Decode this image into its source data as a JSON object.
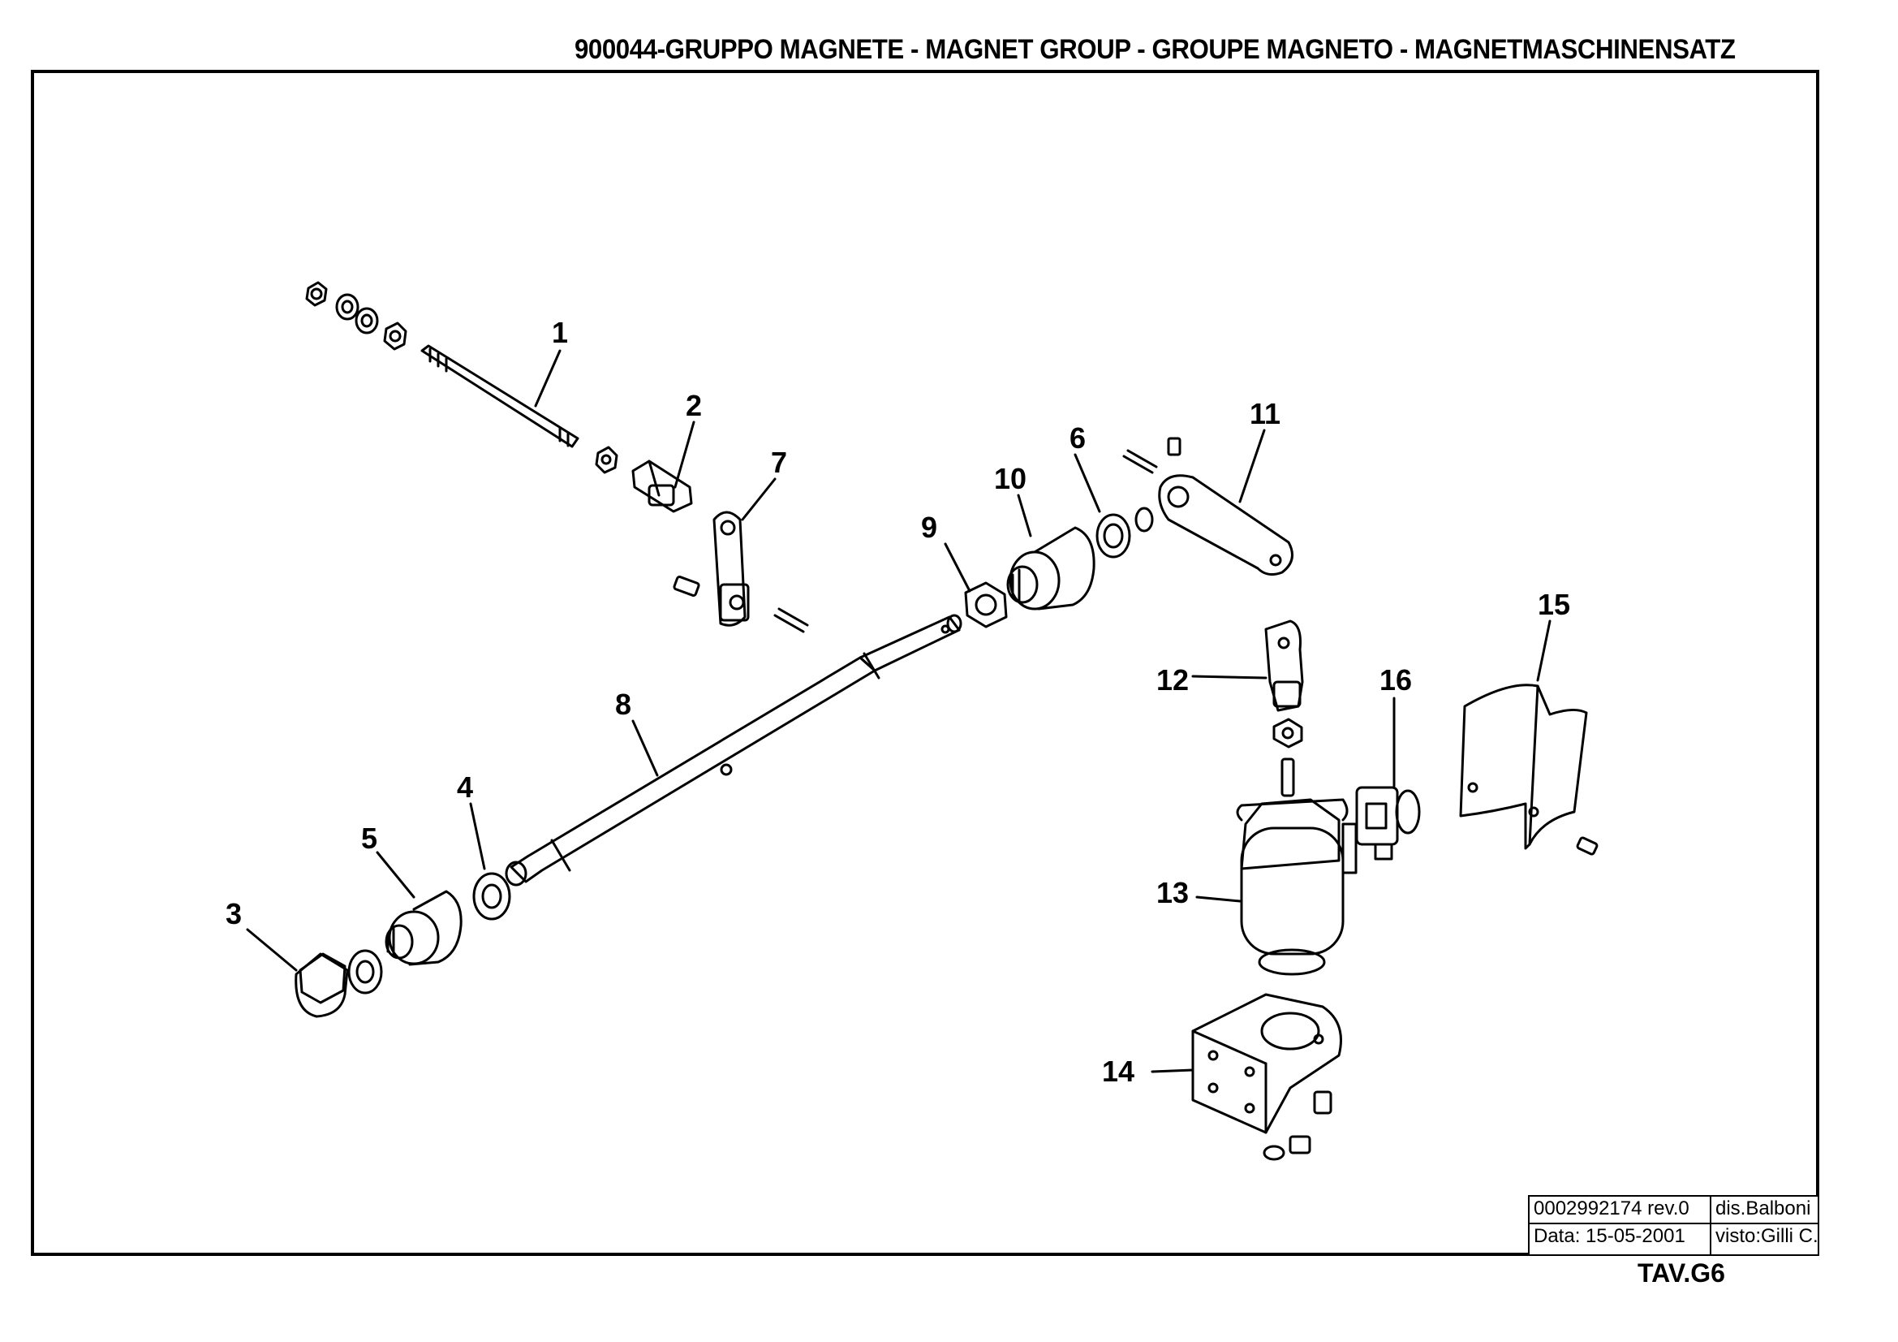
{
  "title": "900044-GRUPPO MAGNETE - MAGNET GROUP - GROUPE MAGNETO - MAGNETMASCHINENSATZ",
  "callouts": [
    "1",
    "2",
    "3",
    "4",
    "5",
    "6",
    "7",
    "8",
    "9",
    "10",
    "11",
    "12",
    "13",
    "14",
    "15",
    "16"
  ],
  "title_block": {
    "drawing_number": "0002992174 rev.0",
    "drawn_by": "dis.Balboni",
    "date": "Data: 15-05-2001",
    "checked_by": "visto:Gilli C."
  },
  "sheet": "TAV.G6"
}
